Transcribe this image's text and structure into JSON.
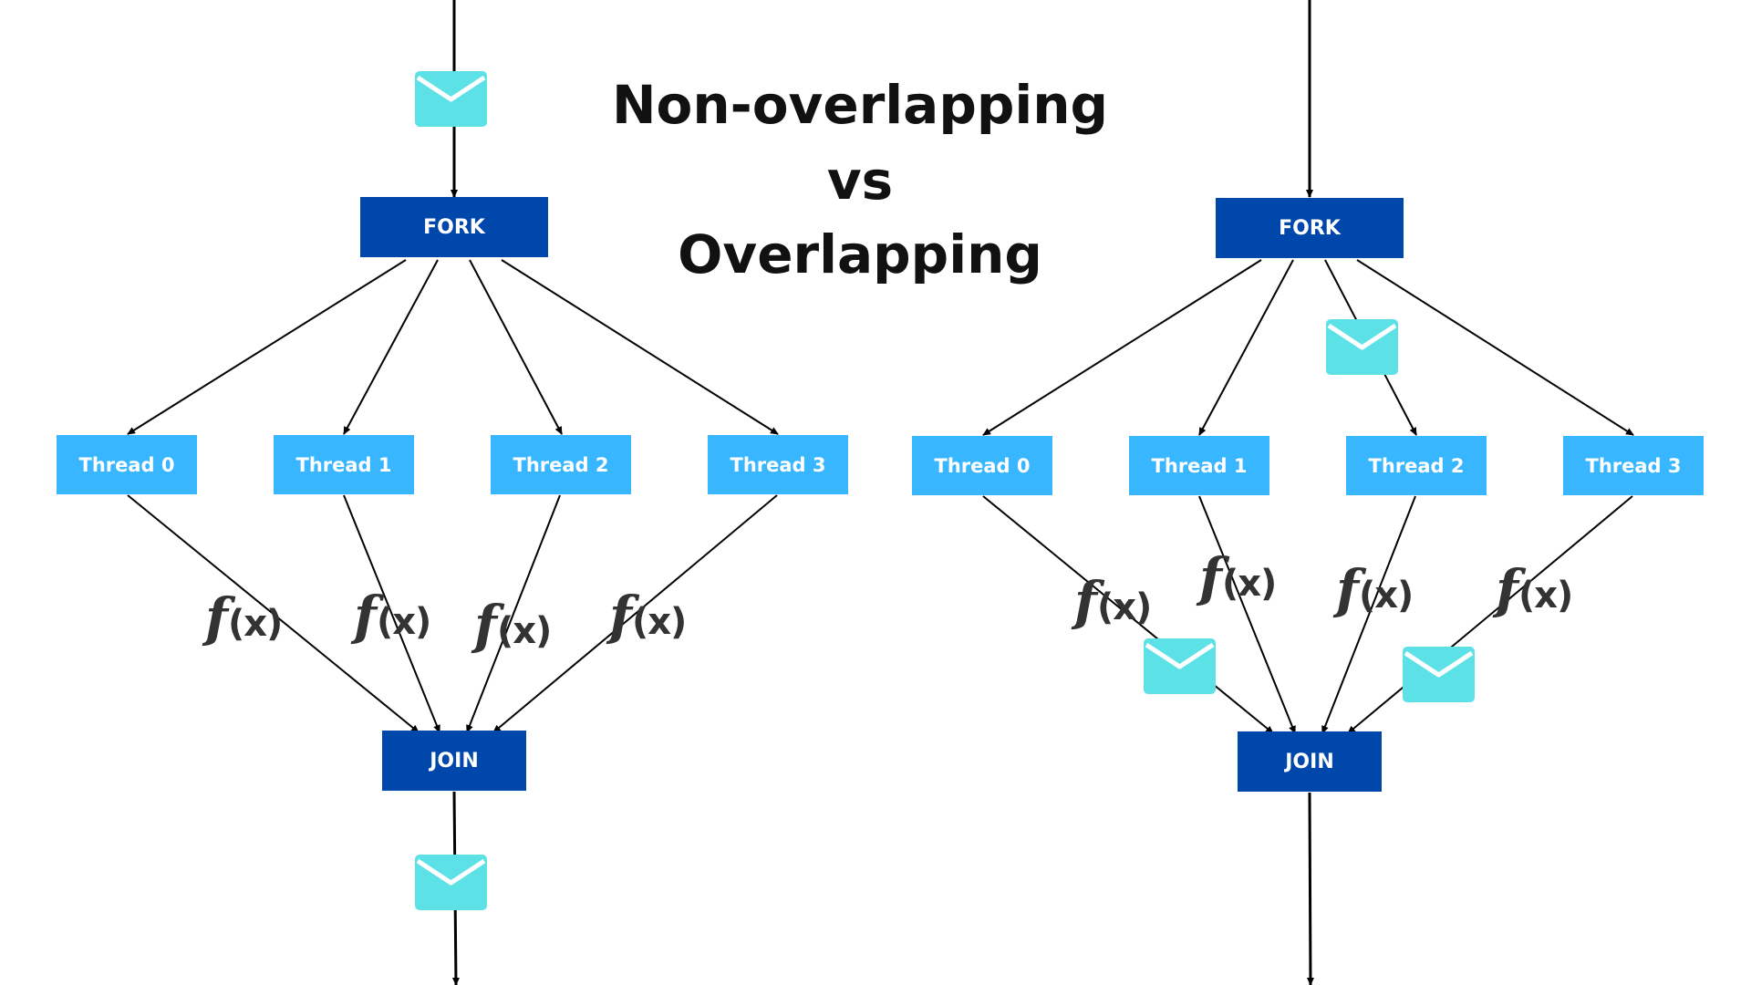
{
  "title": {
    "line1": "Non-overlapping",
    "line2": "vs",
    "line3": "Overlapping"
  },
  "colors": {
    "fork_join": "#0047AB",
    "thread": "#38B6FF",
    "envelope": "#5CE1E6",
    "arrow": "#000000",
    "function_text": "#333333"
  },
  "icons": {
    "message": "envelope-icon",
    "function": "function-fx-icon"
  },
  "left_diagram": {
    "fork_label": "FORK",
    "join_label": "JOIN",
    "threads": [
      "Thread 0",
      "Thread 1",
      "Thread 2",
      "Thread 3"
    ],
    "function_label_f": "f",
    "function_label_x": "(x)"
  },
  "right_diagram": {
    "fork_label": "FORK",
    "join_label": "JOIN",
    "threads": [
      "Thread 0",
      "Thread 1",
      "Thread 2",
      "Thread 3"
    ],
    "function_label_f": "f",
    "function_label_x": "(x)"
  }
}
